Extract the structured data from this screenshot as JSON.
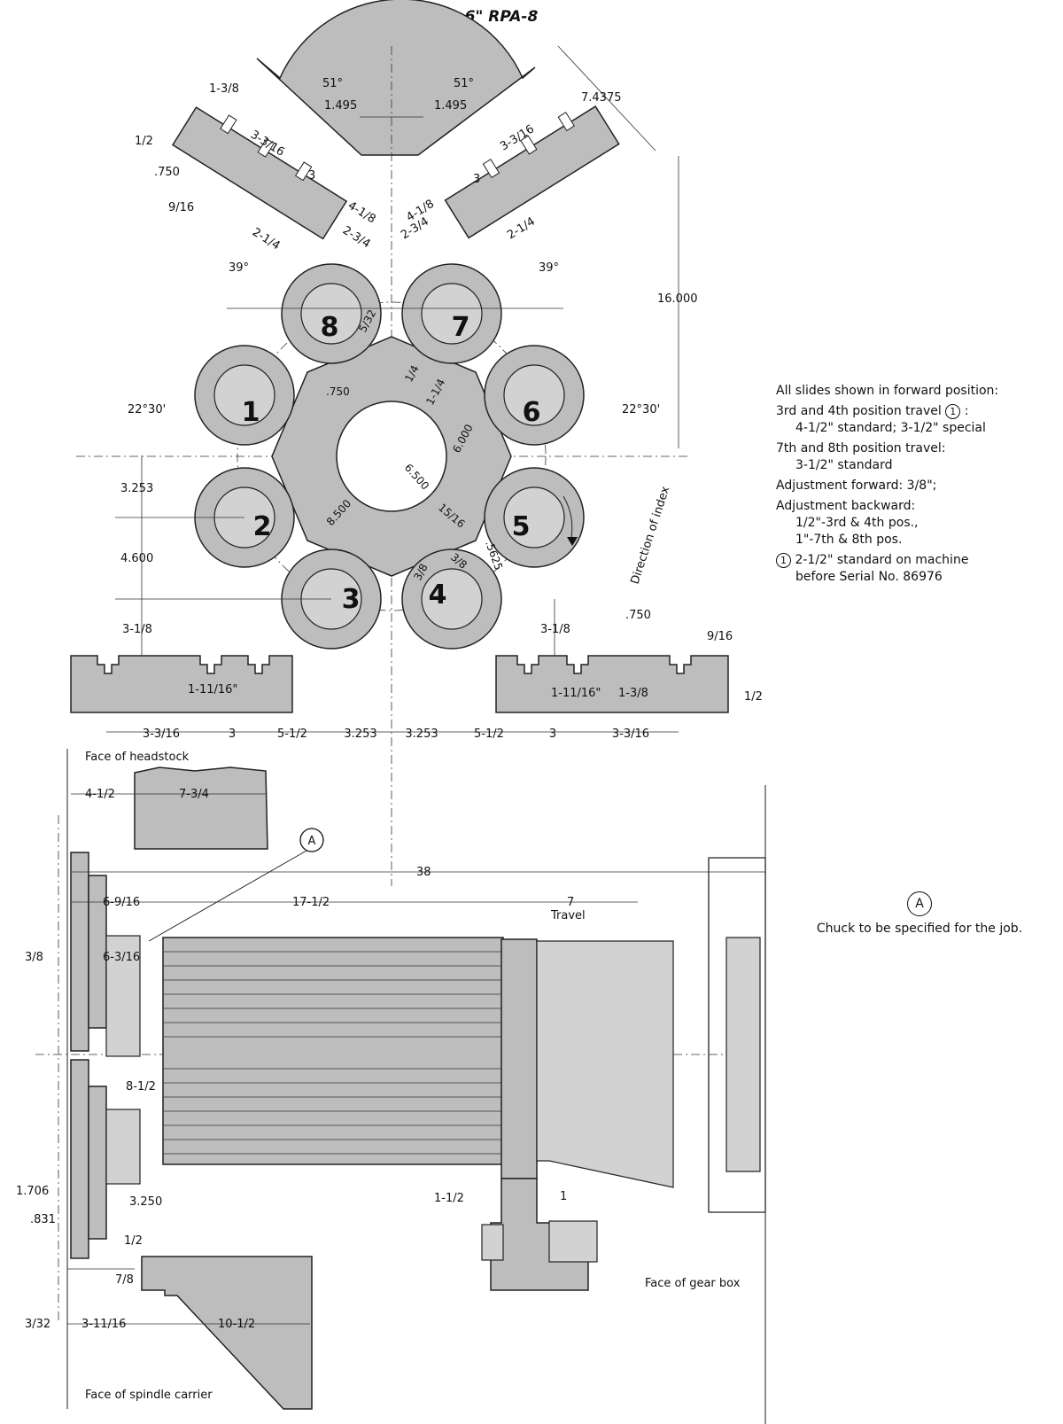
{
  "title": "6\" RPA-8",
  "stations": [
    "1",
    "2",
    "3",
    "4",
    "5",
    "6",
    "7",
    "8"
  ],
  "top_view": {
    "dims": {
      "angle_left": "51°",
      "angle_right": "51°",
      "w_left": "1.495",
      "w_right": "1.495",
      "d_7_4375": "7.4375",
      "d_1_3_8": "1-3/8",
      "d_1_2": "1/2",
      "d_750": ".750",
      "d_9_16": "9/16",
      "d_3_3_16_l": "3-3/16",
      "d_3_l": "3",
      "d_4_1_8_l": "4-1/8",
      "d_2_1_4_l": "2-1/4",
      "d_2_3_4_l": "2-3/4",
      "d_3_3_16_r": "3-3/16",
      "d_3_r": "3",
      "d_4_1_8_r": "4-1/8",
      "d_2_3_4_r": "2-3/4",
      "d_2_1_4_r": "2-1/4",
      "a39_l": "39°",
      "a39_r": "39°",
      "d_16": "16.000",
      "a2230_l": "22°30'",
      "a2230_r": "22°30'",
      "d_3253": "3.253",
      "d_4600": "4.600",
      "d_3_1_8_l": "3-1/8",
      "d_3_1_8_r": "3-1/8",
      "d_5_32": "5/32",
      "d_750c": ".750",
      "d_1_4a": "1/4",
      "d_1_4b": "1-1/4",
      "d_6000": "6.000",
      "d_6500": "6.500",
      "d_8500": "8.500",
      "d_15_16": "15/16",
      "d_3_8": "3/8",
      "d_3_8b": "3/8",
      "d_5625": ".5625",
      "dir_index": "Direction of index"
    },
    "bottom_slides": {
      "d_1_11_16_l": "1-11/16\"",
      "d_1_11_16_r": "1-11/16\"",
      "d_1_3_8": "1-3/8",
      "d_750": ".750",
      "d_9_16": "9/16",
      "d_1_2": "1/2"
    },
    "bottom_row": [
      "3-3/16",
      "3",
      "5-1/2",
      "3.253",
      "3.253",
      "5-1/2",
      "3",
      "3-3/16"
    ]
  },
  "side_view": {
    "face_headstock": "Face of headstock",
    "d_4_1_2": "4-1/2",
    "d_7_3_4": "7-3/4",
    "marker": "A",
    "d_38": "38",
    "d_6_9_16": "6-9/16",
    "d_17_1_2": "17-1/2",
    "d_7": "7",
    "travel": "Travel",
    "d_3_8": "3/8",
    "d_6_3_16": "6-3/16",
    "d_8_1_2": "8-1/2",
    "d_1706": "1.706",
    "d_3250": "3.250",
    "d_831": ".831",
    "d_1_2": "1/2",
    "d_7_8": "7/8",
    "d_1_1_2": "1-1/2",
    "d_1": "1",
    "d_3_32": "3/32",
    "d_3_11_16": "3-11/16",
    "d_10_1_2": "10-1/2",
    "face_gearbox": "Face of gear box",
    "face_spindle": "Face of spindle carrier"
  },
  "notes": {
    "heading": "All slides shown in forward position:",
    "l1": "3rd and 4th position travel",
    "l1_marker": "1",
    "l1_end": ":",
    "l2": "4-1/2\" standard;  3-1/2\" special",
    "l3": "7th and 8th position travel:",
    "l4": "3-1/2\" standard",
    "l5": "Adjustment forward:  3/8\";",
    "l6": "Adjustment backward:",
    "l7": "1/2\"-3rd & 4th pos.,",
    "l8": "1\"-7th & 8th pos.",
    "l9_marker": "1",
    "l9": "2-1/2\" standard on machine",
    "l10": "before Serial No. 86976"
  },
  "note_a": {
    "marker": "A",
    "text": "Chuck to be specified for the job."
  }
}
